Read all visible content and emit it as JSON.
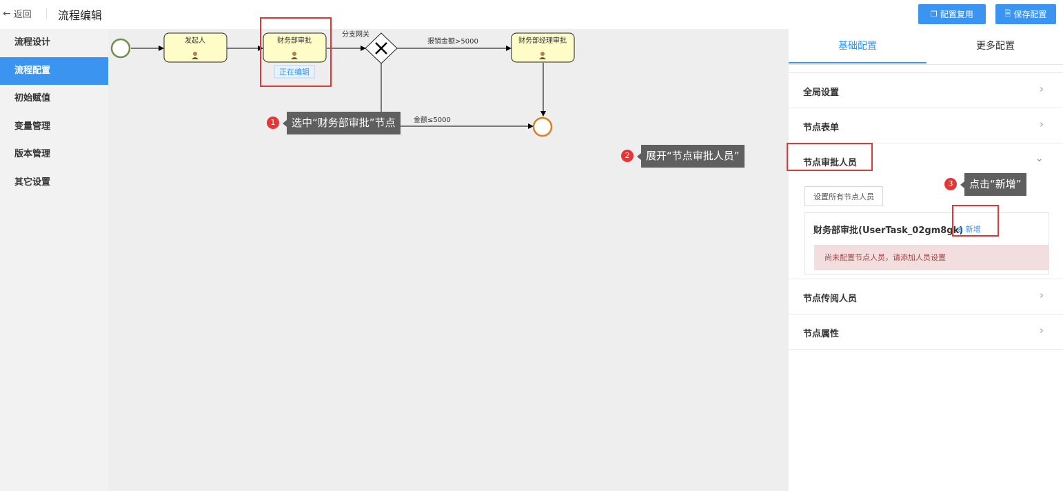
{
  "header": {
    "back_label": "返回",
    "title": "流程编辑",
    "reuse_label": "配置复用",
    "save_label": "保存配置"
  },
  "sidebar": {
    "items": [
      {
        "label": "流程设计"
      },
      {
        "label": "流程配置",
        "active": true
      },
      {
        "label": "初始赋值"
      },
      {
        "label": "变量管理"
      },
      {
        "label": "版本管理"
      },
      {
        "label": "其它设置"
      }
    ]
  },
  "diagram": {
    "nodes": {
      "initiator": "发起人",
      "finance_approval": "财务部审批",
      "editing_badge": "正在编辑",
      "manager_approval": "财务部经理审批"
    },
    "gateway_label": "分支网关",
    "flow_gt": "报销金额>5000",
    "flow_le": "金额≤5000"
  },
  "panel": {
    "tabs": {
      "basic": "基础配置",
      "more": "更多配置"
    },
    "sections": {
      "global": "全局设置",
      "form": "节点表单",
      "approvers": "节点审批人员",
      "cc": "节点传阅人员",
      "props": "节点属性"
    },
    "set_all_label": "设置所有节点人员",
    "node_card_title": "财务部审批(UserTask_02gm8gk)",
    "add_label": "新增",
    "warning": "尚未配置节点人员，请添加人员设置"
  },
  "annotations": [
    {
      "num": "1",
      "text": "选中“财务部审批”节点"
    },
    {
      "num": "2",
      "text": "展开“节点审批人员”"
    },
    {
      "num": "3",
      "text": "点击“新增”"
    }
  ],
  "colors": {
    "accent": "#3a94f0",
    "annotation_red": "#e73535",
    "task_fill": "#fefcc7"
  }
}
